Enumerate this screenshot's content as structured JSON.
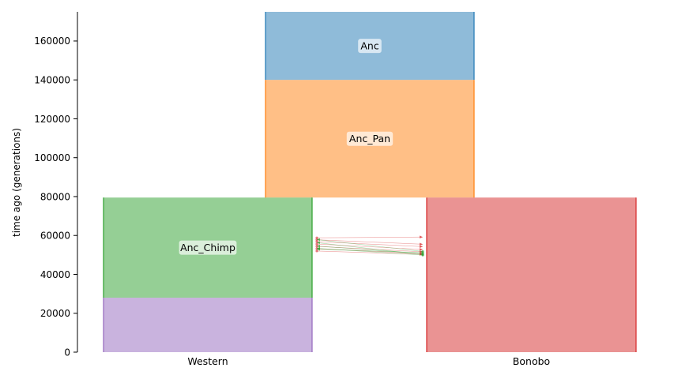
{
  "chart_data": {
    "type": "demography",
    "ylabel": "time ago (generations)",
    "ylim": [
      0,
      175000
    ],
    "yticks": [
      0,
      20000,
      40000,
      60000,
      80000,
      100000,
      120000,
      140000,
      160000
    ],
    "x_categories": [
      "Western",
      "Bonobo"
    ],
    "blocks": [
      {
        "name": "Anc",
        "label": "Anc",
        "start": 140000,
        "end": 175000,
        "span": "center",
        "color": "#1f77b4"
      },
      {
        "name": "Anc_Pan",
        "label": "Anc_Pan",
        "start": 79500,
        "end": 140000,
        "span": "center",
        "color": "#ff7f0e"
      },
      {
        "name": "Anc_Chimp",
        "label": "Anc_Chimp",
        "start": 28000,
        "end": 79500,
        "span": "left",
        "color": "#2ca02c"
      },
      {
        "name": "Western",
        "label": "",
        "start": 0,
        "end": 28000,
        "span": "left",
        "color": "#9467bd"
      },
      {
        "name": "Bonobo",
        "label": "",
        "start": 0,
        "end": 79500,
        "span": "right",
        "color": "#d62728"
      }
    ],
    "migrations": [
      {
        "time": 58800,
        "end_time": 59200,
        "direction": "to-right",
        "color": "#d62728"
      },
      {
        "time": 57800,
        "end_time": 55500,
        "direction": "to-right",
        "color": "#d62728"
      },
      {
        "time": 56800,
        "end_time": 54300,
        "direction": "to-right",
        "color": "#d62728"
      },
      {
        "time": 55600,
        "end_time": 52800,
        "direction": "to-right",
        "color": "#d62728"
      },
      {
        "time": 54400,
        "end_time": 51600,
        "direction": "to-right",
        "color": "#d62728"
      },
      {
        "time": 53200,
        "end_time": 50700,
        "direction": "to-right",
        "color": "#d62728"
      },
      {
        "time": 52000,
        "end_time": 50300,
        "direction": "to-right",
        "color": "#d62728"
      },
      {
        "time": 51200,
        "end_time": 52900,
        "direction": "to-left",
        "color": "#2ca02c"
      },
      {
        "time": 50600,
        "end_time": 54600,
        "direction": "to-left",
        "color": "#2ca02c"
      },
      {
        "time": 50200,
        "end_time": 56300,
        "direction": "to-left",
        "color": "#2ca02c"
      },
      {
        "time": 51800,
        "end_time": 57900,
        "direction": "to-left",
        "color": "#2ca02c"
      },
      {
        "time": 49900,
        "end_time": 53400,
        "direction": "to-left",
        "color": "#2ca02c"
      }
    ]
  }
}
